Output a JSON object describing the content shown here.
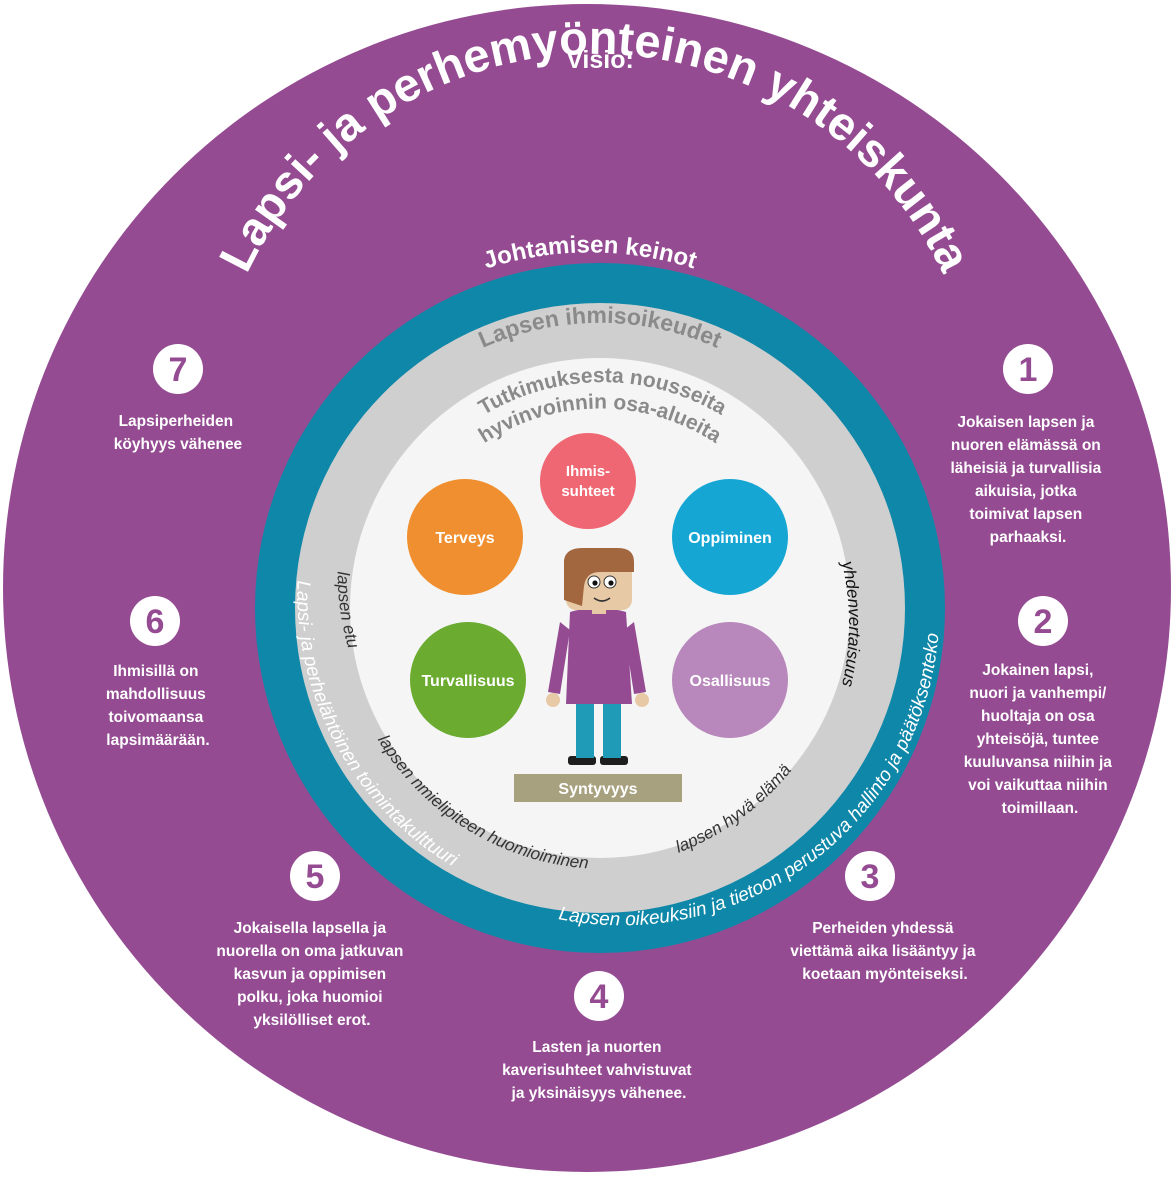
{
  "vision": {
    "label": "Visio:",
    "title": "Lapsi- ja perhemyönteinen yhteiskunta"
  },
  "ring_blue": {
    "top_label": "Johtamisen keinot",
    "left_label": "Lapsi- ja perhelähtöinen toimintakulttuuri",
    "bottom_label": "Lapsen oikeuksiin ja tietoon perustuva hallinto ja päätöksenteko"
  },
  "ring_grey": {
    "top_label": "Lapsen ihmisoikeudet",
    "left_label": "lapsen etu",
    "bottom_left_label": "lapsen nmielipiteen huomioiminen",
    "bottom_right_label": "lapsen hyvä elämä",
    "right_label": "yhdenvertaisuus"
  },
  "inner": {
    "heading_line1": "Tutkimuksesta nousseita",
    "heading_line2": "hyvinvoinnin osa-alueita",
    "areas": [
      {
        "label_lines": [
          "Ihmis-",
          "suhteet"
        ],
        "color": "#ef6773"
      },
      {
        "label_lines": [
          "Oppiminen"
        ],
        "color": "#16a6d4"
      },
      {
        "label_lines": [
          "Osallisuus"
        ],
        "color": "#b887bc"
      },
      {
        "label_lines": [
          "Turvallisuus"
        ],
        "color": "#6aab30"
      },
      {
        "label_lines": [
          "Terveys"
        ],
        "color": "#ef8f2f"
      }
    ],
    "syntyvyys": "Syntyvyys"
  },
  "goals": [
    {
      "number": "1",
      "lines": [
        "Jokaisen lapsen ja",
        "nuoren elämässä on",
        "läheisiä ja turvallisia",
        "aikuisia, jotka",
        "toimivat lapsen",
        "parhaaksi."
      ]
    },
    {
      "number": "2",
      "lines": [
        "Jokainen lapsi,",
        "nuori ja vanhempi/",
        "huoltaja on osa",
        "yhteisöjä, tuntee",
        "kuuluvansa niihin ja",
        "voi vaikuttaa niihin",
        "toimillaan."
      ]
    },
    {
      "number": "3",
      "lines": [
        "Perheiden yhdessä",
        "viettämä aika lisääntyy ja",
        "koetaan myönteiseksi."
      ]
    },
    {
      "number": "4",
      "lines": [
        "Lasten ja nuorten",
        "kaverisuhteet vahvistuvat",
        "ja yksinäisyys vähenee."
      ]
    },
    {
      "number": "5",
      "lines": [
        "Jokaisella lapsella ja",
        "nuorella on oma jatkuvan",
        "kasvun ja oppimisen",
        "polku, joka huomioi",
        "yksilölliset erot."
      ]
    },
    {
      "number": "6",
      "lines": [
        "Ihmisillä on",
        "mahdollisuus",
        "toivomaansa",
        "lapsimäärään."
      ]
    },
    {
      "number": "7",
      "lines": [
        "Lapsiperheiden",
        "köyhyys vähenee"
      ]
    }
  ],
  "colors": {
    "outer": "#944b92",
    "blue_ring": "#0f87a8",
    "grey_ring": "#cfcfcf",
    "inner": "#f5f5f5",
    "grey_text": "#8a8a8a",
    "syntyvyys_bg": "#a8a17f"
  }
}
